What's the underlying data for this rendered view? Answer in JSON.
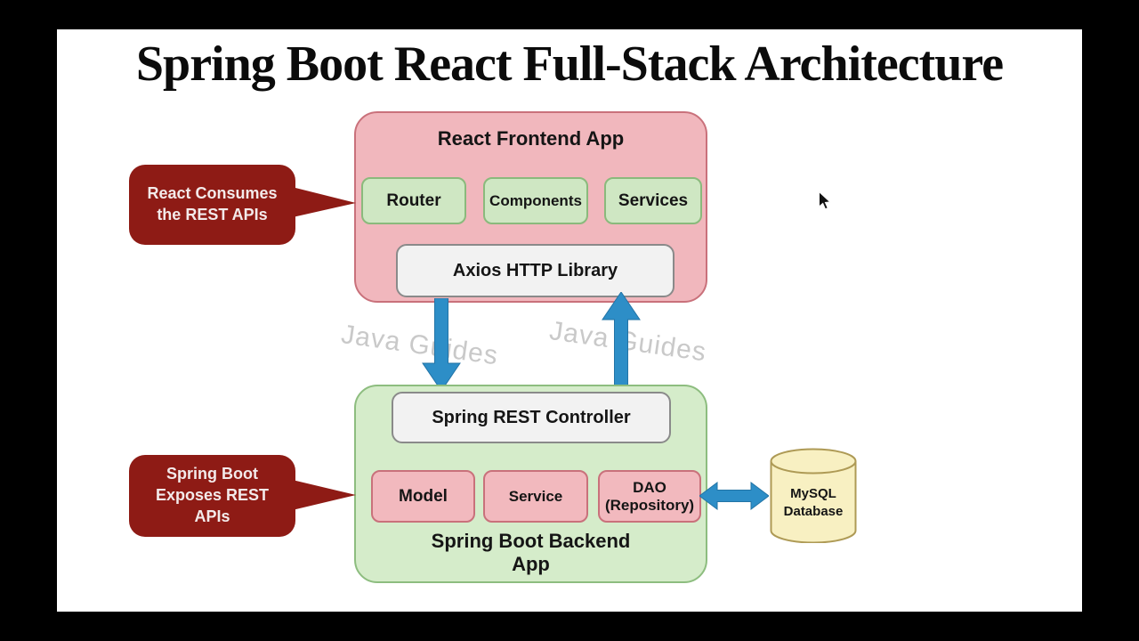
{
  "title": "Spring Boot React Full-Stack Architecture",
  "frontend": {
    "title": "React Frontend App",
    "router": "Router",
    "components": "Components",
    "services": "Services",
    "axios": "Axios HTTP Library"
  },
  "backend": {
    "controller": "Spring REST Controller",
    "model": "Model",
    "service": "Service",
    "dao": "DAO\n(Repository)",
    "title": "Spring Boot Backend\nApp"
  },
  "database": {
    "label": "MySQL\nDatabase"
  },
  "callouts": {
    "react": "React Consumes\nthe REST APIs",
    "spring": "Spring Boot\nExposes REST\nAPIs"
  },
  "watermark": "Java Guides",
  "colors": {
    "frontend_fill": "#f1b7bd",
    "frontend_border": "#c9717b",
    "green_fill": "#cfe7c3",
    "green_border": "#8aba7c",
    "backend_fill": "#d5ecca",
    "backend_border": "#8dbd7f",
    "pink_fill": "#f2b9be",
    "pink_border": "#c9717b",
    "neutral_fill": "#f2f2f2",
    "neutral_border": "#8a8a8a",
    "arrow_blue": "#2d8ec7",
    "callout_red": "#8e1b15",
    "callout_text": "#f3eaea",
    "db_fill": "#f8f0c2",
    "db_border": "#ae9a55",
    "watermark_gray": "#c9c9c9",
    "frame_black": "#000000",
    "canvas_white": "#ffffff"
  }
}
